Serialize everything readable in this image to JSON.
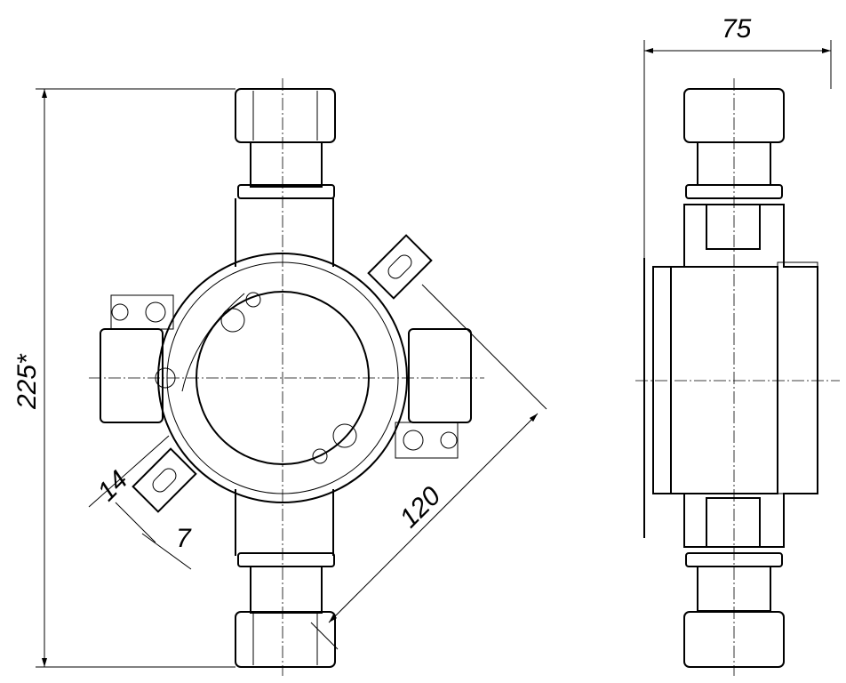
{
  "drawing": {
    "dimensions": {
      "overall_height": "225*",
      "depth": "75",
      "diagonal_mount": "120",
      "slot_length": "14",
      "slot_width": "7"
    }
  }
}
